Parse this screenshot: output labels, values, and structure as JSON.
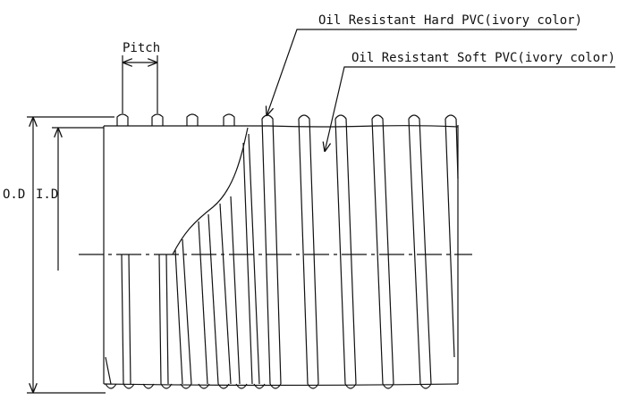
{
  "labels": {
    "pitch": "Pitch",
    "od": "O.D",
    "id": "I.D",
    "hard_pvc": "Oil Resistant Hard PVC(ivory color)",
    "soft_pvc": "Oil Resistant Soft PVC(ivory color)"
  },
  "colors": {
    "line": "#111111",
    "background": "#ffffff"
  }
}
